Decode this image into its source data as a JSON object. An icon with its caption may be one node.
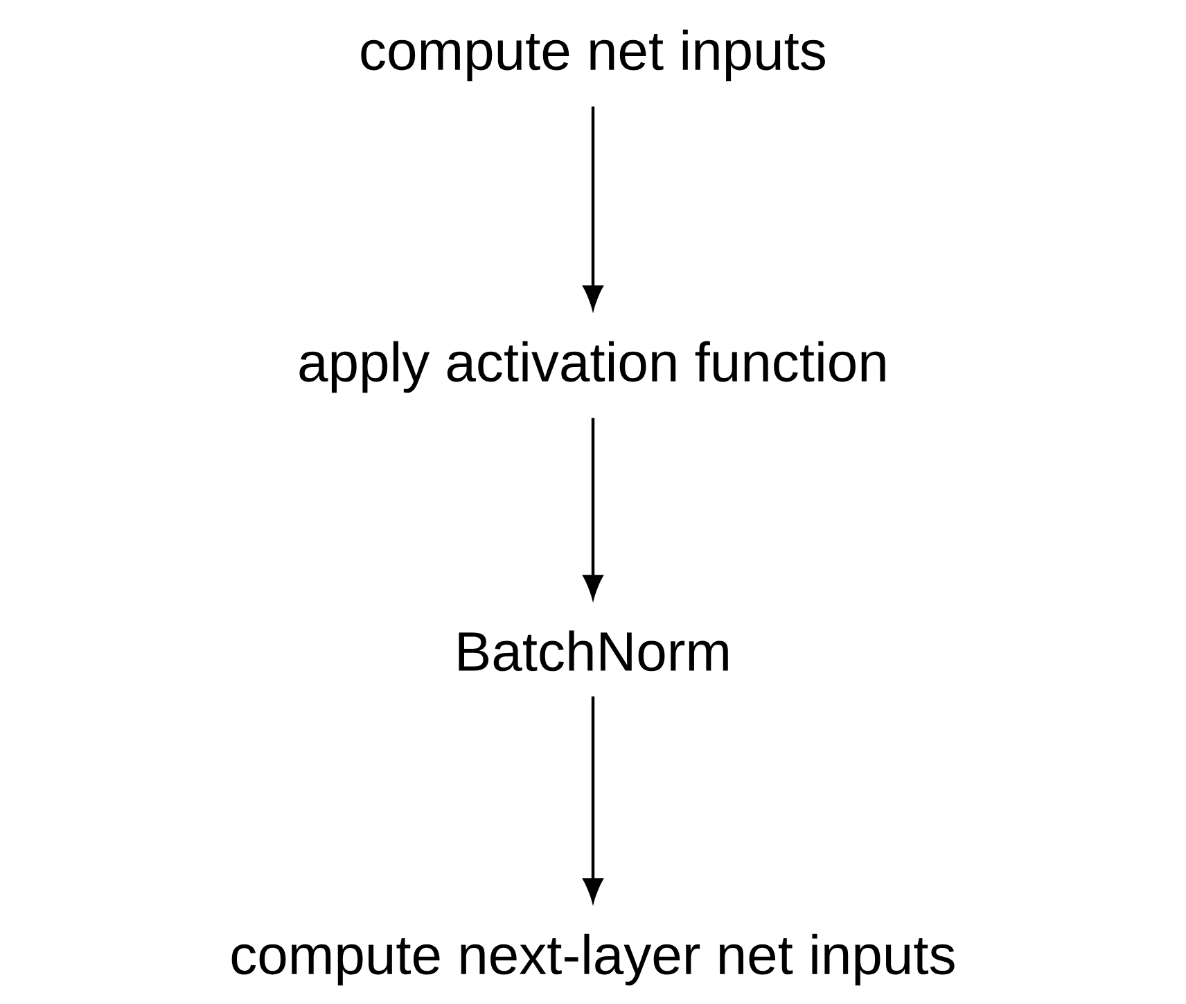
{
  "diagram": {
    "nodes": [
      {
        "text": [
          "compute net inputs"
        ]
      },
      {
        "text": [
          "apply activation function"
        ]
      },
      {
        "text": [
          "BatchNorm"
        ]
      },
      {
        "text": [
          "compute next-layer net inputs"
        ]
      }
    ],
    "edges": [
      {
        "from": 0,
        "to": 1,
        "arrow": "to"
      },
      {
        "from": 1,
        "to": 2,
        "arrow": "to"
      },
      {
        "from": 2,
        "to": 3,
        "arrow": "to"
      }
    ]
  }
}
